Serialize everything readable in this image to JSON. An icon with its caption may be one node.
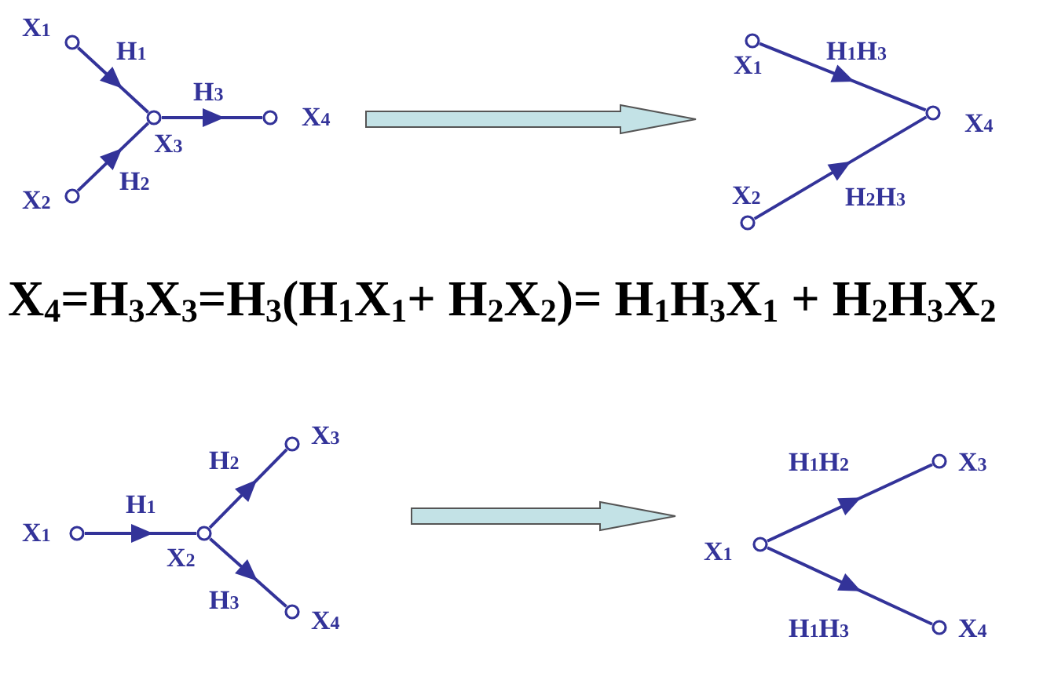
{
  "diagram": {
    "nodes": [
      {
        "text": [],
        "shape": "circle",
        "beside": [
          "X$_{1}$"
        ]
      },
      {
        "text": [],
        "shape": "circle",
        "beside": [
          "X$_{2}$"
        ]
      },
      {
        "text": [],
        "shape": "circle",
        "beside": [
          "X$_{3}$"
        ]
      },
      {
        "text": [],
        "shape": "circle",
        "beside": [
          "X$_{4}$"
        ]
      },
      {
        "text": [],
        "shape": "circle",
        "beside": [
          "X$_{1}$"
        ]
      },
      {
        "text": [],
        "shape": "circle",
        "beside": [
          "X$_{2}$"
        ]
      },
      {
        "text": [],
        "shape": "circle",
        "beside": [
          "X$_{4}$"
        ]
      },
      {
        "text": [],
        "shape": "circle",
        "beside": [
          "X$_{1}$"
        ]
      },
      {
        "text": [],
        "shape": "circle",
        "beside": [
          "X$_{2}$"
        ]
      },
      {
        "text": [],
        "shape": "circle",
        "beside": [
          "X$_{3}$"
        ]
      },
      {
        "text": [],
        "shape": "circle",
        "beside": [
          "X$_{4}$"
        ]
      },
      {
        "text": [],
        "shape": "circle",
        "beside": [
          "X$_{1}$"
        ]
      },
      {
        "text": [],
        "shape": "circle",
        "beside": [
          "X$_{3}$"
        ]
      },
      {
        "text": [],
        "shape": "circle",
        "beside": [
          "X$_{4}$"
        ]
      }
    ],
    "edges": [
      {
        "from": 0,
        "to": 2,
        "arrow": "to",
        "label": "H$_{1}$"
      },
      {
        "from": 1,
        "to": 2,
        "arrow": "to",
        "label": "H$_{2}$"
      },
      {
        "from": 2,
        "to": 3,
        "arrow": "to",
        "label": "H$_{3}$"
      },
      {
        "from": 4,
        "to": 6,
        "arrow": "to",
        "label": "H$_{1}$H$_{3}$"
      },
      {
        "from": 5,
        "to": 6,
        "arrow": "to",
        "label": "H$_{2}$H$_{3}$"
      },
      {
        "from": 7,
        "to": 8,
        "arrow": "to",
        "label": "H$_{1}$"
      },
      {
        "from": 8,
        "to": 9,
        "arrow": "to",
        "label": "H$_{2}$"
      },
      {
        "from": 8,
        "to": 10,
        "arrow": "to",
        "label": "H$_{3}$"
      },
      {
        "from": 11,
        "to": 12,
        "arrow": "to",
        "label": "H$_{1}$H$_{2}$"
      },
      {
        "from": 11,
        "to": 13,
        "arrow": "to",
        "label": "H$_{1}$H$_{3}$"
      }
    ],
    "labels": [
      "X$_{4}$=H$_{3}$X$_{3}$=H$_{3}$(H$_{1}$X$_{1}$+ H$_{2}$X$_{2}$)= H$_{1}$H$_{3}$X$_{1}$ + H$_{2}$H$_{3}$X$_{2}$"
    ]
  }
}
